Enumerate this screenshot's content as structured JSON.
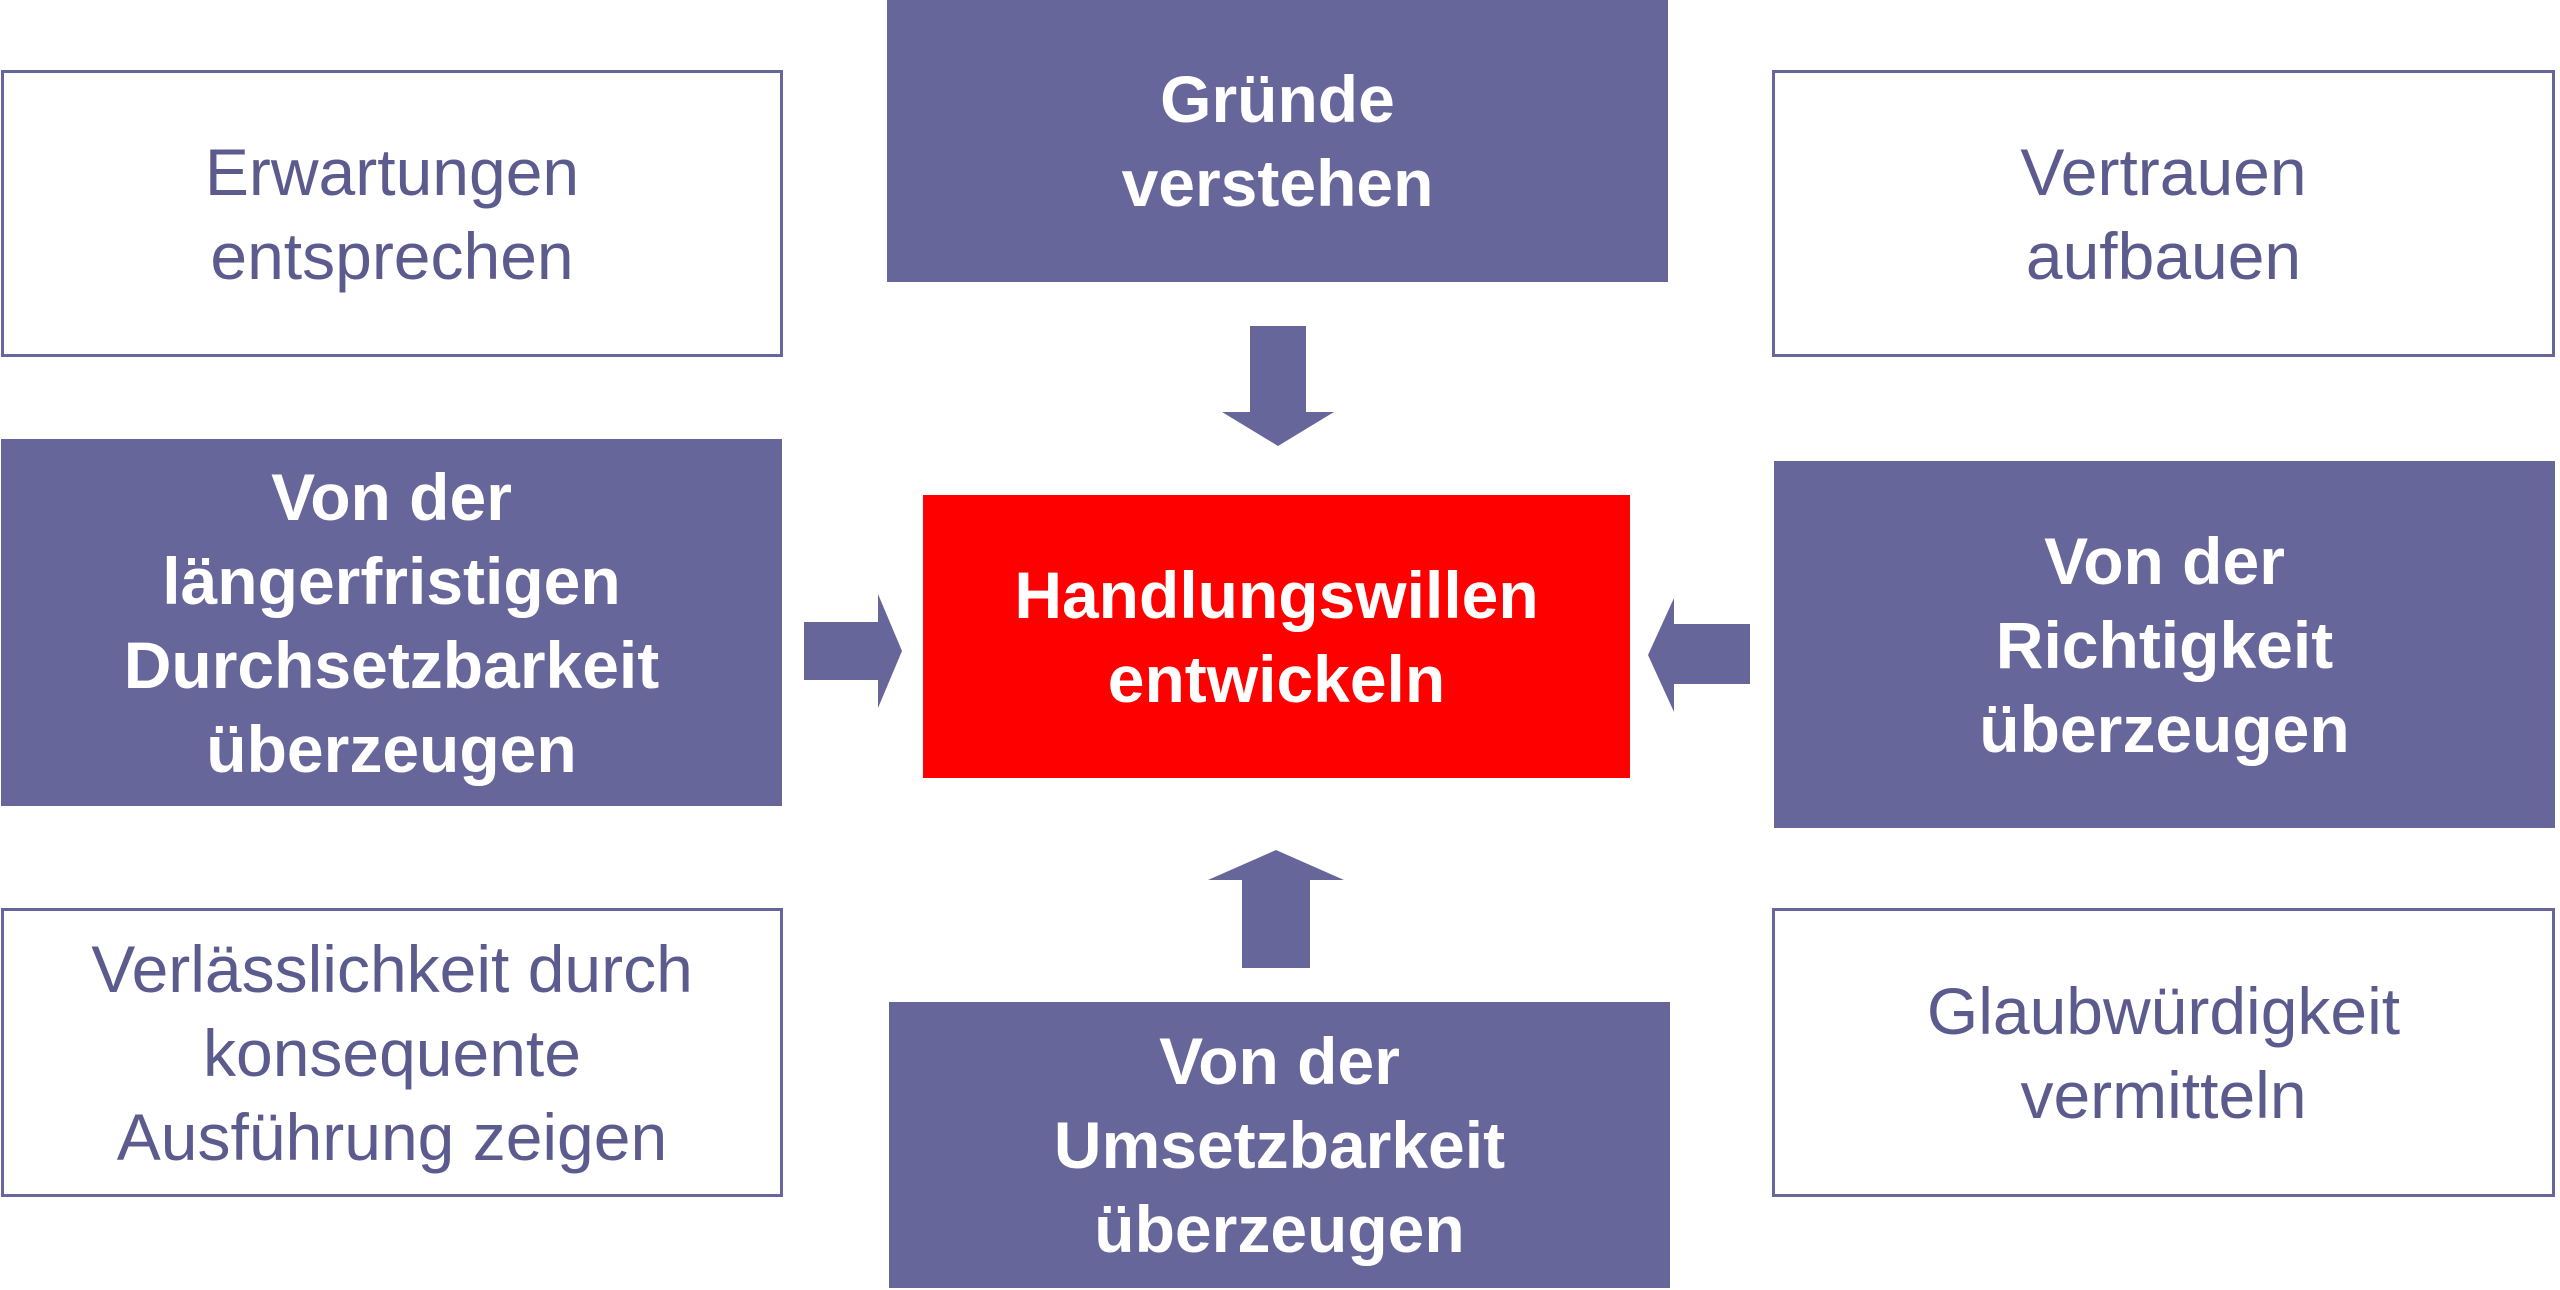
{
  "diagram": {
    "center": {
      "label": "Handlungswillen\nentwickeln"
    },
    "top": {
      "label": "Gründe\nverstehen"
    },
    "left": {
      "label": "Von der\nlängerfristigen\nDurchsetzbarkeit\nüberzeugen"
    },
    "right": {
      "label": "Von der\nRichtigkeit\nüberzeugen"
    },
    "bottom": {
      "label": "Von der\nUmsetzbarkeit\nüberzeugen"
    },
    "corner_top_left": {
      "label": "Erwartungen\nentsprechen"
    },
    "corner_top_right": {
      "label": "Vertrauen\naufbauen"
    },
    "corner_bottom_left": {
      "label": "Verlässlichkeit durch\nkonsequente\nAusführung zeigen"
    },
    "corner_bottom_right": {
      "label": "Glaubwürdigkeit\nvermitteln"
    },
    "colors": {
      "primary": "#67669a",
      "accent": "#ff0000",
      "outline_text": "#5c5b8e",
      "background": "#ffffff"
    }
  }
}
